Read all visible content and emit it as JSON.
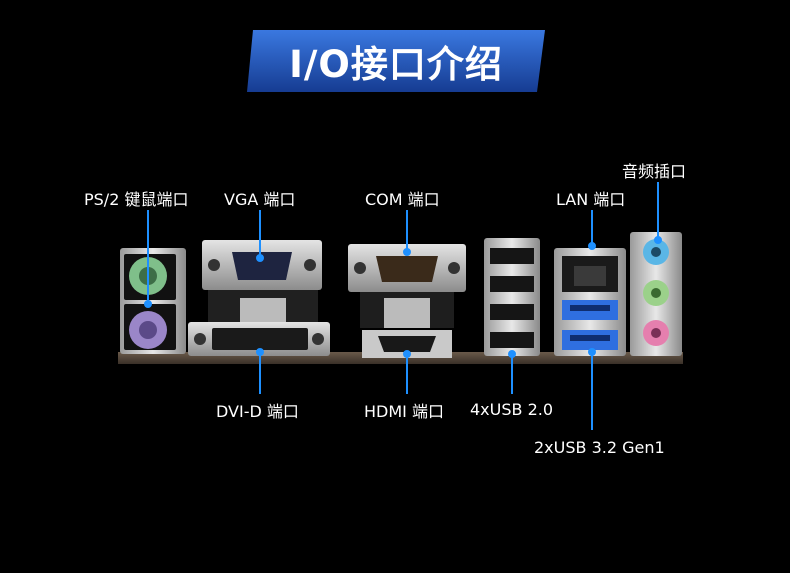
{
  "title": "I/O接口介绍",
  "labels": {
    "ps2": "PS/2 键鼠端口",
    "vga": "VGA 端口",
    "com": "COM 端口",
    "lan": "LAN 端口",
    "audio": "音频插口",
    "dvid": "DVI-D 端口",
    "hdmi": "HDMI 端口",
    "usb2": "4xUSB 2.0",
    "usb3": "2xUSB 3.2 Gen1"
  },
  "colors": {
    "background": "#000000",
    "banner": "#1f4fb0",
    "leader_line": "#1e90ff",
    "ps2_keyboard": "#7fbf8a",
    "ps2_mouse": "#9a86c8",
    "usb3_blue": "#2f6fe0",
    "audio_blue": "#5ab6e6",
    "audio_green": "#9bd18a",
    "audio_pink": "#e57fae",
    "metal": "#c8c8c8"
  }
}
